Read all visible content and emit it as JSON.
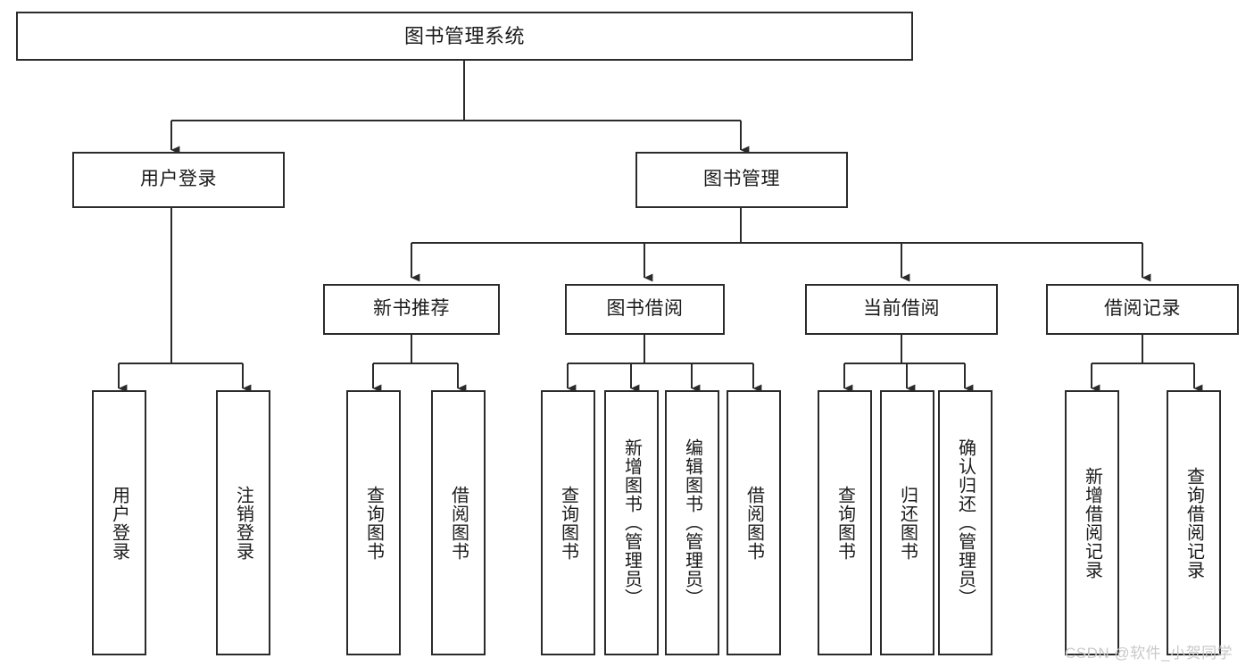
{
  "diagram": {
    "title": "图书管理系统",
    "type": "tree-hierarchy",
    "watermark": "CSDN @软件_小贺同学",
    "colors": {
      "stroke": "#2b2b2b",
      "fill": "#ffffff",
      "text": "#1b1b1b",
      "watermark": "#c9c9c9"
    },
    "root": {
      "label": "图书管理系统"
    },
    "level2": [
      {
        "label": "用户登录"
      },
      {
        "label": "图书管理"
      }
    ],
    "level3": [
      {
        "label": "新书推荐"
      },
      {
        "label": "图书借阅"
      },
      {
        "label": "当前借阅"
      },
      {
        "label": "借阅记录"
      }
    ],
    "leaves": {
      "user_login": [
        {
          "label": "用户登录"
        },
        {
          "label": "注销登录"
        }
      ],
      "new_book": [
        {
          "label": "查询图书"
        },
        {
          "label": "借阅图书"
        }
      ],
      "book_borrow": [
        {
          "label": "查询图书"
        },
        {
          "label": "新增图书（管理员）"
        },
        {
          "label": "编辑图书（管理员）"
        },
        {
          "label": "借阅图书"
        }
      ],
      "current_borrow": [
        {
          "label": "查询图书"
        },
        {
          "label": "归还图书"
        },
        {
          "label": "确认归还（管理员）"
        }
      ],
      "borrow_record": [
        {
          "label": "新增借阅记录"
        },
        {
          "label": "查询借阅记录"
        }
      ]
    }
  }
}
